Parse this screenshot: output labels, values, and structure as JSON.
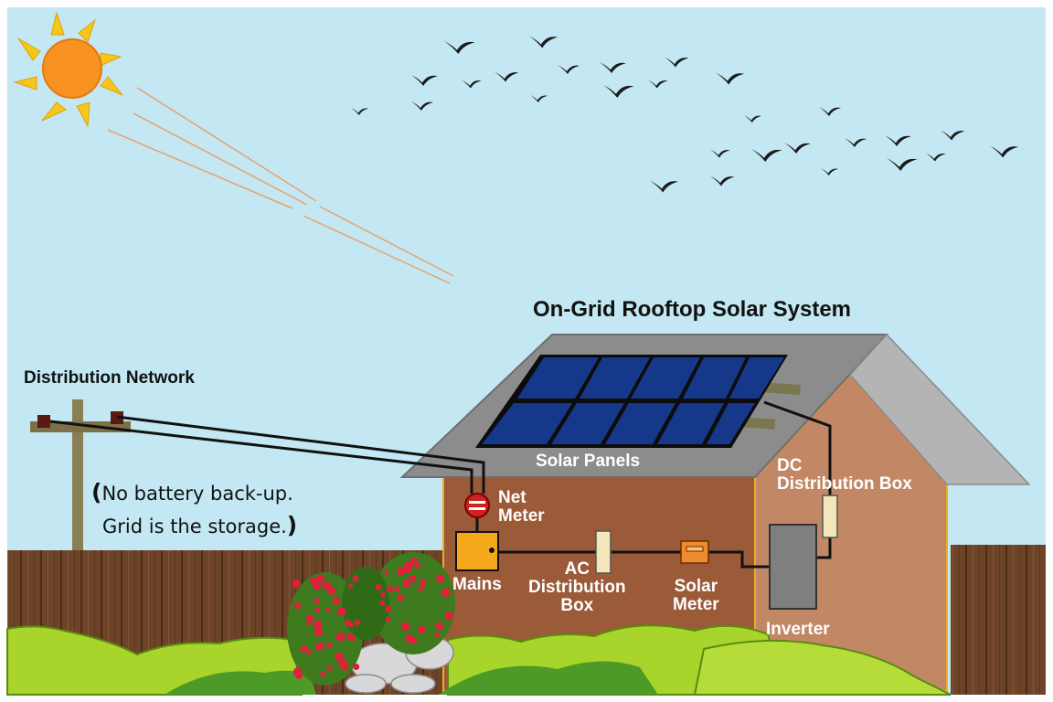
{
  "title": "On-Grid Rooftop Solar System",
  "labels": {
    "distribution_network": "Distribution Network",
    "note_line1": "No battery back-up.",
    "note_line2": "Grid is the storage.",
    "note_open": "(",
    "note_close": ")",
    "solar_panels": "Solar Panels",
    "dc_box_line1": "DC",
    "dc_box_line2": "Distribution Box",
    "net_meter_line1": "Net",
    "net_meter_line2": "Meter",
    "mains": "Mains",
    "ac_box_line1": "AC",
    "ac_box_line2": "Distribution",
    "ac_box_line3": "Box",
    "solar_meter_line1": "Solar",
    "solar_meter_line2": "Meter",
    "inverter": "Inverter"
  },
  "colors": {
    "sky": "#c3e8f3",
    "sun": "#f7931e",
    "sun_rays": "#f7c51e",
    "roof": "#8c8c8c",
    "wall_front": "#9b5a38",
    "wall_side": "#c28866",
    "panel": "#16388a",
    "fence": "#6e4428",
    "grass": "#a8d42c",
    "grass_dark": "#4e9a26",
    "wire": "#111111"
  }
}
